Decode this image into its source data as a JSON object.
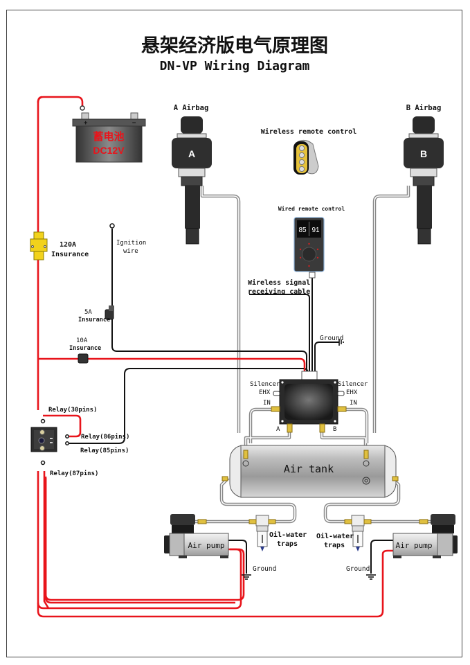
{
  "title": {
    "chinese": "悬架经济版电气原理图",
    "english": "DN-VP Wiring Diagram"
  },
  "battery": {
    "label_cn": "蓄电池",
    "label_voltage": "DC12V",
    "positive_symbol": "+",
    "negative_symbol": "−"
  },
  "airbags": [
    {
      "title": "A Airbag",
      "letter": "A"
    },
    {
      "title": "B Airbag",
      "letter": "B"
    }
  ],
  "wireless_remote": {
    "label": "Wireless remote control"
  },
  "wired_remote": {
    "label": "Wired remote control",
    "display_left": "85",
    "display_right": "91"
  },
  "fuses": {
    "main": {
      "rating": "120A",
      "label": "Insurance"
    },
    "ignition": {
      "rating": "5A",
      "label": "Insurance"
    },
    "relay": {
      "rating": "10A",
      "label": "Insurance"
    }
  },
  "ignition_wire": {
    "line1": "Ignition",
    "line2": "wire"
  },
  "signal_cable": {
    "line1": "Wireless signal",
    "line2": "receiving cable"
  },
  "ground_label": "Ground",
  "valve_block": {
    "silencer_label": "Silencer",
    "ehx_label": "EHX",
    "in_label": "IN",
    "port_a": "A",
    "port_b": "B"
  },
  "relay_pins": {
    "pin30": "Relay(30pins)",
    "pin86": "Relay(86pins)",
    "pin85": "Relay(85pins)",
    "pin87": "Relay(87pins)"
  },
  "air_tank": {
    "label": "Air tank"
  },
  "air_pumps": [
    {
      "label": "Air pump"
    },
    {
      "label": "Air pump"
    }
  ],
  "traps": [
    {
      "line1": "Oil-water",
      "line2": "traps"
    },
    {
      "line1": "Oil-water",
      "line2": "traps"
    }
  ],
  "colors": {
    "power_wire": "#e8141b",
    "signal_wire": "#111111",
    "air_line": "#8a8a8a",
    "fuse_yellow": "#f2d21c",
    "brass": "#e0c040",
    "battery_text": "#e8141b"
  }
}
